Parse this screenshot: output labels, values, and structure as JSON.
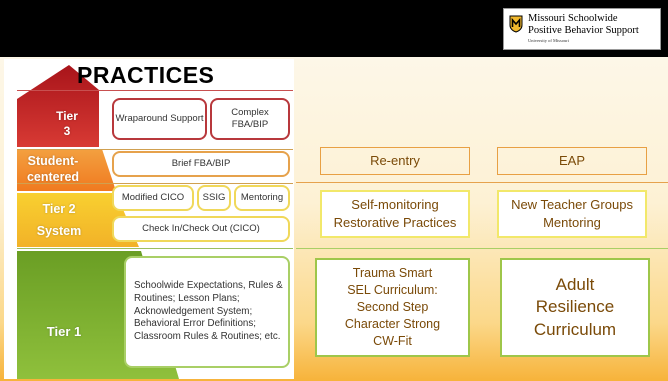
{
  "header": {
    "logo_line1": "Missouri Schoolwide",
    "logo_line2": "Positive Behavior Support",
    "logo_line3": "University of Missouri"
  },
  "pyramid": {
    "title": "PRACTICES",
    "tier3_line1": "Tier",
    "tier3_line2": "3",
    "student_line1": "Student-",
    "student_line2": "centered",
    "tier2_line1": "Tier 2",
    "tier2_line2": "System",
    "tier1": "Tier 1",
    "boxes": {
      "wraparound": "Wraparound Support",
      "complex_fba": "Complex FBA/BIP",
      "brief_fba": "Brief FBA/BIP",
      "modified_cico": "Modified CICO",
      "ssig": "SSIG",
      "mentoring": "Mentoring",
      "cico": "Check In/Check Out (CICO)",
      "schoolwide": "Schoolwide Expectations, Rules & Routines; Lesson Plans; Acknowledgement System; Behavioral Error Definitions; Classroom Rules & Routines; etc."
    }
  },
  "right": {
    "reentry": "Re-entry",
    "eap": "EAP",
    "tier2a_line1": "Self-monitoring",
    "tier2a_line2": "Restorative Practices",
    "tier2b_line1": "New Teacher Groups",
    "tier2b_line2": "Mentoring",
    "tier1a": [
      "Trauma Smart",
      "SEL Curriculum:",
      "Second Step",
      "Character Strong",
      "CW-Fit"
    ],
    "tier1b": [
      "Adult",
      "Resilience",
      "Curriculum"
    ]
  },
  "colors": {
    "tier3": "#c8282c",
    "student_centered": "#f08c2a",
    "tier2": "#f5c830",
    "tier1": "#7aad2c"
  }
}
